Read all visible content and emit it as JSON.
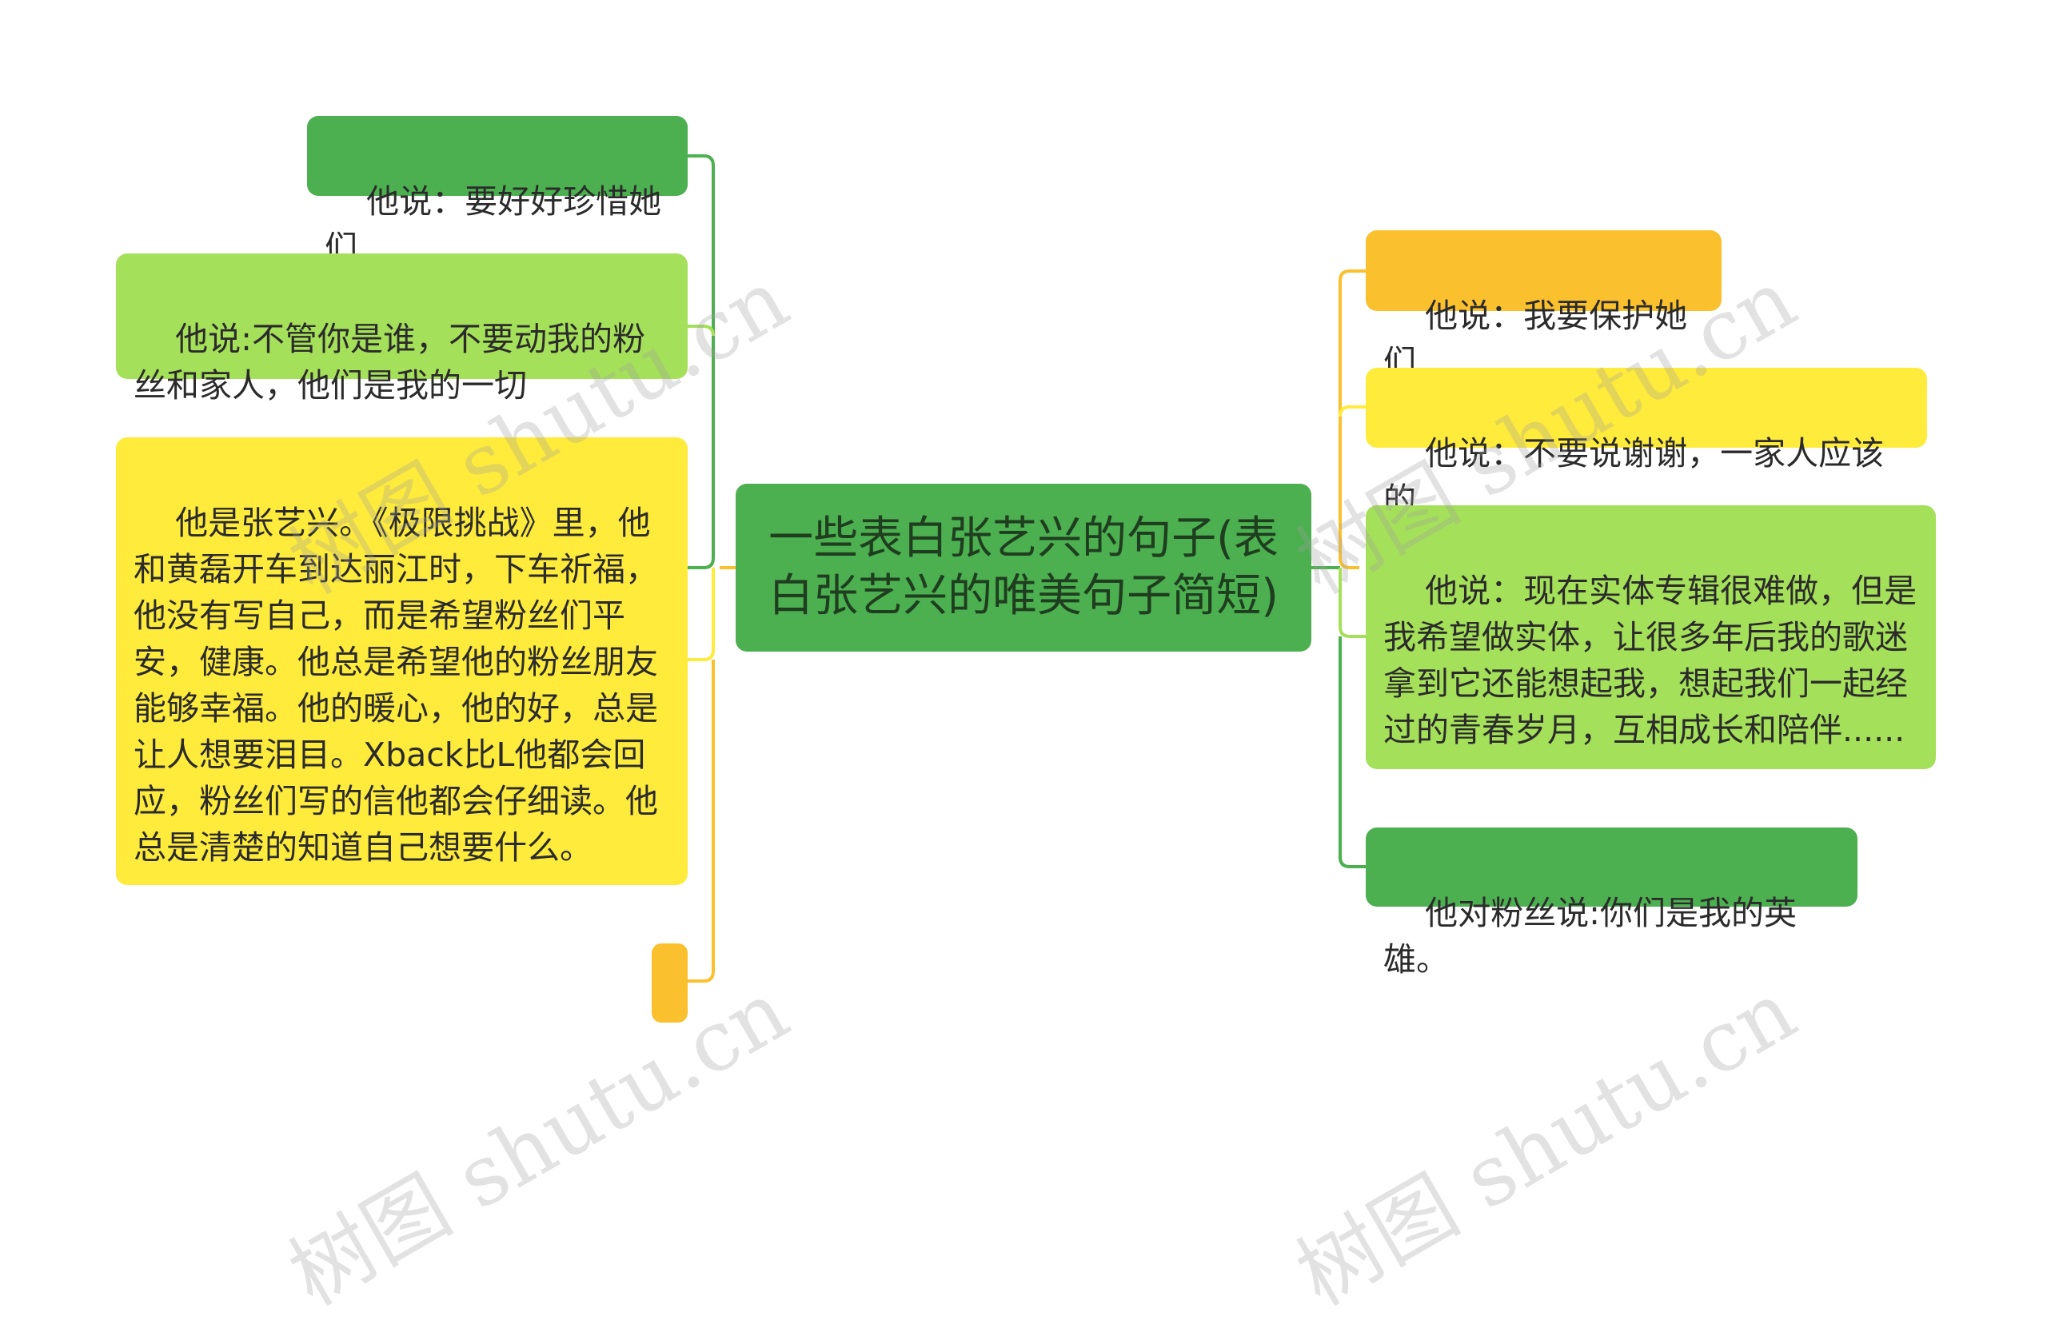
{
  "root": {
    "text": "一些表白张艺兴的句子(表白张艺兴的唯美句子简短)"
  },
  "left_branches": [
    {
      "text": "他说：要好好珍惜她们"
    },
    {
      "text": "他说:不管你是谁，不要动我的粉丝和家人，他们是我的一切"
    },
    {
      "text": "他是张艺兴。《极限挑战》里，他和黄磊开车到达丽江时，下车祈福，他没有写自己，而是希望粉丝们平安，健康。他总是希望他的粉丝朋友能够幸福。他的暖心，他的好，总是让人想要泪目。Xback比L他都会回应，粉丝们写的信他都会仔细读。他总是清楚的知道自己想要什么。"
    },
    {
      "text": ""
    }
  ],
  "right_branches": [
    {
      "text": "他说：我要保护她们"
    },
    {
      "text": "他说：不要说谢谢，一家人应该的"
    },
    {
      "text": "他说：现在实体专辑很难做，但是我希望做实体，让很多年后我的歌迷拿到它还能想起我，想起我们一起经过的青春岁月，互相成长和陪伴......"
    },
    {
      "text": "他对粉丝说:你们是我的英雄。"
    }
  ],
  "watermark": {
    "text": "树图 shutu.cn"
  },
  "colors": {
    "dark_green": "#4caf50",
    "light_green": "#a5e05a",
    "yellow": "#ffeb3b",
    "orange": "#fbc02d",
    "root_fill": "#4caf50"
  }
}
